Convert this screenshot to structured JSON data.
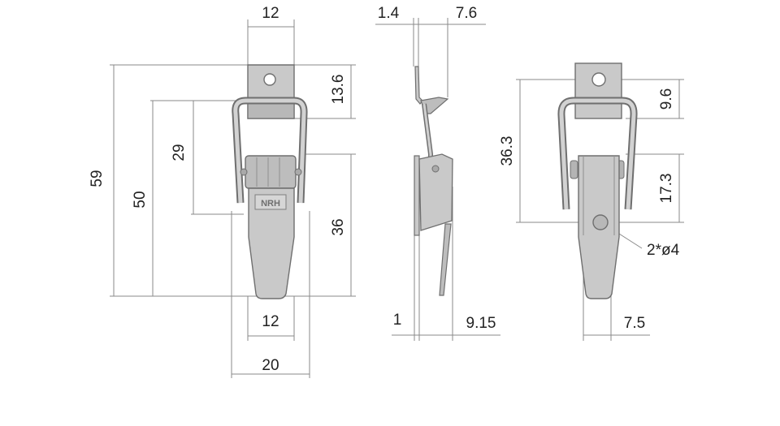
{
  "colors": {
    "background": "#ffffff",
    "metal_fill": "#c9c9c9",
    "metal_dark": "#a9a9a9",
    "outline": "#6f6f6f",
    "dimension_line": "#8a8a8a",
    "text": "#222222"
  },
  "front_view": {
    "logo": "NRH",
    "dims": {
      "top_width": "12",
      "overall_height": "59",
      "height_50": "50",
      "height_29": "29",
      "plate_height": "13.6",
      "body_height": "36",
      "bottom_width": "12",
      "overall_width": "20"
    }
  },
  "side_view": {
    "dims": {
      "thickness": "1.4",
      "top_depth": "7.6",
      "base_thickness": "1",
      "overall_depth": "9.15"
    }
  },
  "back_view": {
    "dims": {
      "height_36_3": "36.3",
      "hole_offset": "9.6",
      "lower_height": "17.3",
      "holes": "2*ø4",
      "hole_spacing": "7.5"
    }
  }
}
